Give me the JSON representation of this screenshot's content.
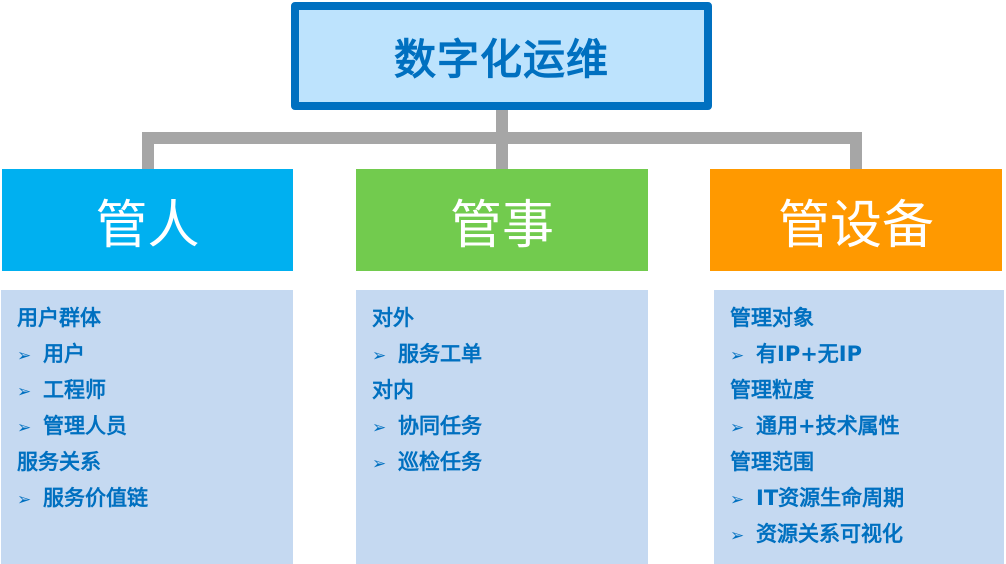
{
  "title": "数字化运维",
  "colors": {
    "title_border": "#0070C0",
    "title_fill": "#BDE3FD",
    "connector": "#A6A6A6",
    "people": "#00B0F0",
    "affairs": "#72CB4E",
    "devices": "#FF9900",
    "panel": "#C5D9F1",
    "text": "#0070C0"
  },
  "arrow_icon": "➢",
  "columns": [
    {
      "header": "管人",
      "lines": [
        {
          "text": "用户群体",
          "bullet": false
        },
        {
          "text": "用户",
          "bullet": true
        },
        {
          "text": "工程师",
          "bullet": true
        },
        {
          "text": "管理人员",
          "bullet": true
        },
        {
          "text": "服务关系",
          "bullet": false
        },
        {
          "text": "服务价值链",
          "bullet": true
        }
      ]
    },
    {
      "header": "管事",
      "lines": [
        {
          "text": "对外",
          "bullet": false
        },
        {
          "text": "服务工单",
          "bullet": true
        },
        {
          "text": "对内",
          "bullet": false
        },
        {
          "text": "协同任务",
          "bullet": true
        },
        {
          "text": "巡检任务",
          "bullet": true
        }
      ]
    },
    {
      "header": "管设备",
      "lines": [
        {
          "text": "管理对象",
          "bullet": false
        },
        {
          "text": "有IP+无IP",
          "bullet": true
        },
        {
          "text": "管理粒度",
          "bullet": false
        },
        {
          "text": "通用+技术属性",
          "bullet": true
        },
        {
          "text": "管理范围",
          "bullet": false
        },
        {
          "text": "IT资源生命周期",
          "bullet": true
        },
        {
          "text": "资源关系可视化",
          "bullet": true
        }
      ]
    }
  ]
}
